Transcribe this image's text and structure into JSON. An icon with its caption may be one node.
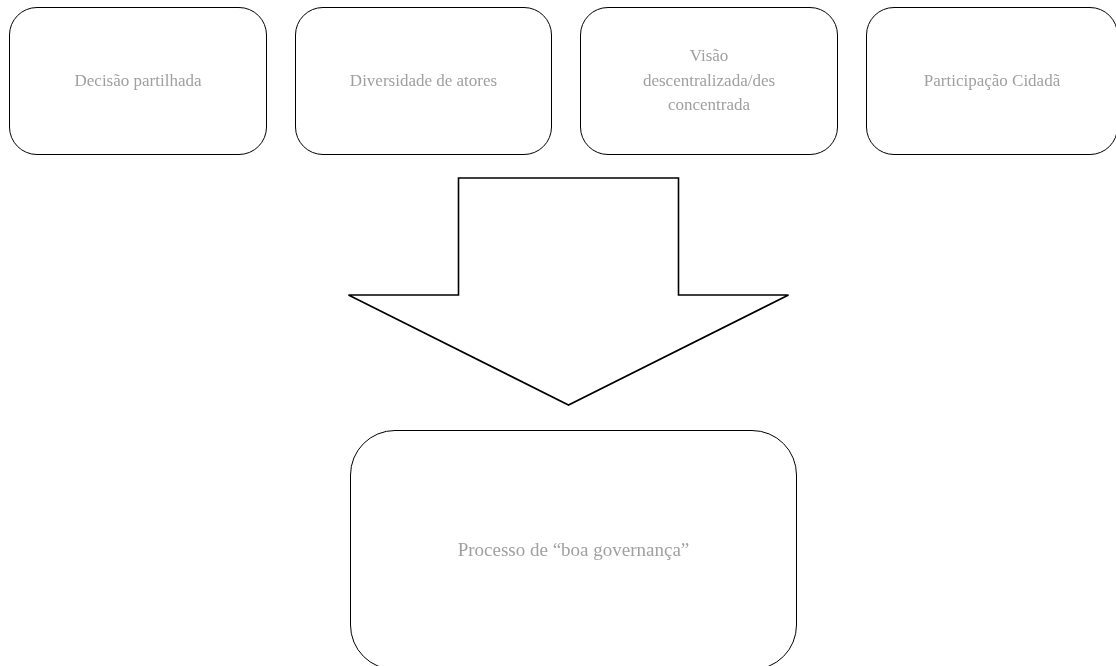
{
  "diagram": {
    "nodes": [
      {
        "text": [
          "Decisão partilhada"
        ]
      },
      {
        "text": [
          "Diversidade de atores"
        ]
      },
      {
        "text": [
          "Visão descentralizada/des concentrada"
        ]
      },
      {
        "text": [
          "Participação Cidadã"
        ]
      },
      {
        "text": [
          "Processo de “boa governança”"
        ]
      }
    ],
    "edges": [
      {
        "from": 0,
        "to": 4,
        "arrow": "to",
        "style": "thick"
      },
      {
        "from": 1,
        "to": 4,
        "arrow": "to",
        "style": "thick"
      },
      {
        "from": 2,
        "to": 4,
        "arrow": "to",
        "style": "thick"
      },
      {
        "from": 3,
        "to": 4,
        "arrow": "to",
        "style": "thick"
      }
    ]
  }
}
